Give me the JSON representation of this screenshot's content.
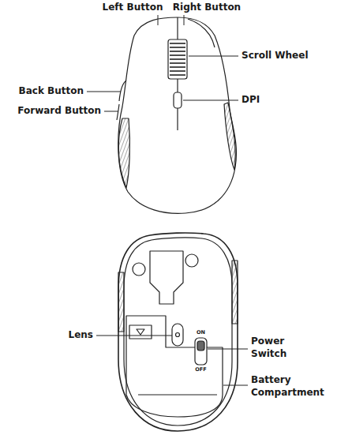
{
  "diagram": {
    "labels": [
      "Left Button",
      "Right Button",
      "Scroll Wheel",
      "Back Button",
      "Forward Button",
      "DPI",
      "Lens",
      "ON",
      "OFF",
      "Power Switch",
      "Battery Compartment"
    ]
  }
}
